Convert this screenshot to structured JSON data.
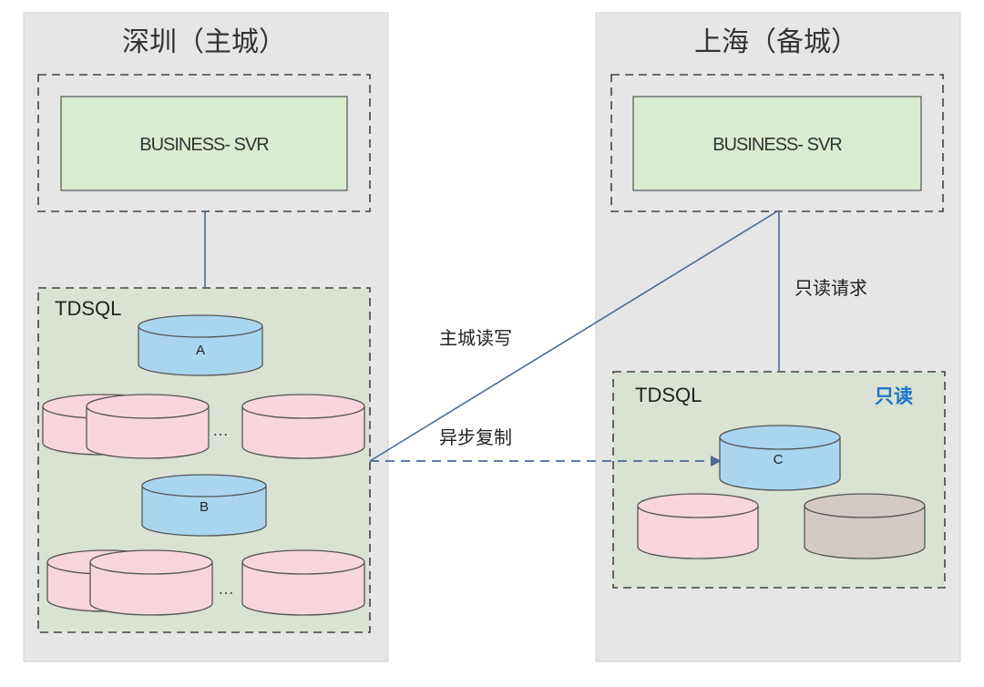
{
  "regions": {
    "primary": {
      "title": "深圳（主城）",
      "business_label": "BUSINESS- SVR",
      "tdsql_label": "TDSQL",
      "db_a": "A",
      "db_b": "B",
      "ellipsis_1": "…",
      "ellipsis_2": "…"
    },
    "backup": {
      "title": "上海（备城）",
      "business_label": "BUSINESS- SVR",
      "tdsql_label": "TDSQL",
      "readonly_badge": "只读",
      "db_c": "C"
    }
  },
  "edges": {
    "readonly_request": "只读请求",
    "primary_readwrite": "主城读写",
    "async_replication": "异步复制"
  },
  "colors": {
    "region_bg": "#e6e6e6",
    "business_fill": "#d9ecd0",
    "tdsql_fill": "#d9e2d3",
    "db_blue": "#a9d5ef",
    "db_pink": "#f9d6de",
    "db_grey": "#d3cac6",
    "line": "#4a6a95"
  }
}
